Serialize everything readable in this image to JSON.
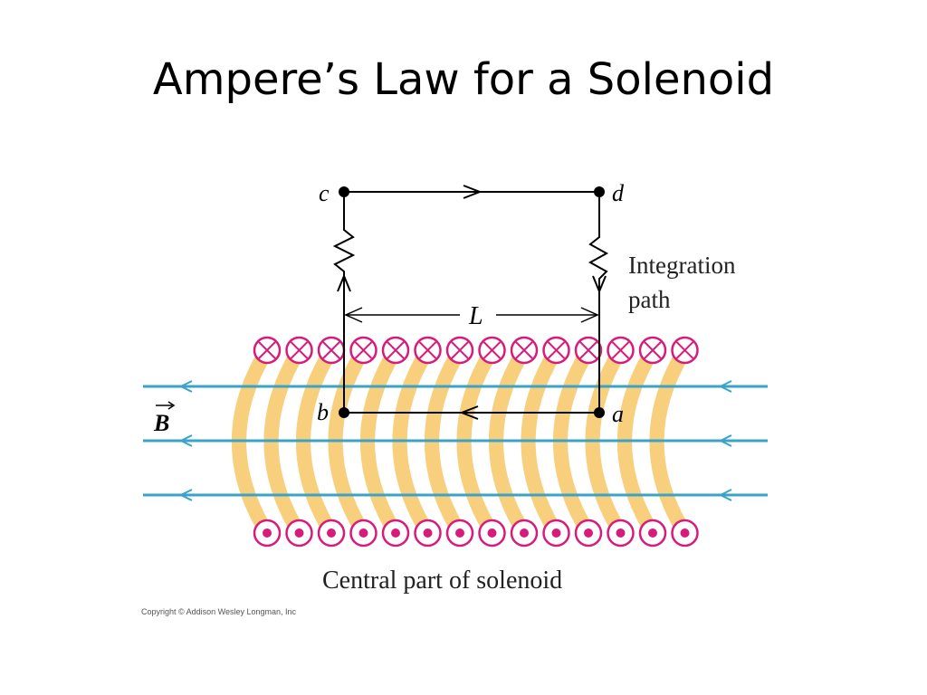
{
  "slide": {
    "title": "Ampere’s Law for a Solenoid"
  },
  "diagram": {
    "points": {
      "a": "a",
      "b": "b",
      "c": "c",
      "d": "d"
    },
    "length_label": "L",
    "field_label": "B",
    "path_label_line1": "Integration",
    "path_label_line2": "path",
    "caption": "Central part of solenoid",
    "copyright": "Copyright © Addison Wesley Longman, Inc",
    "coil_count": 14,
    "colors": {
      "wire": "#d81b7a",
      "coil_band": "#f6c766",
      "field_line": "#3aa3c9",
      "path": "#000000"
    }
  }
}
